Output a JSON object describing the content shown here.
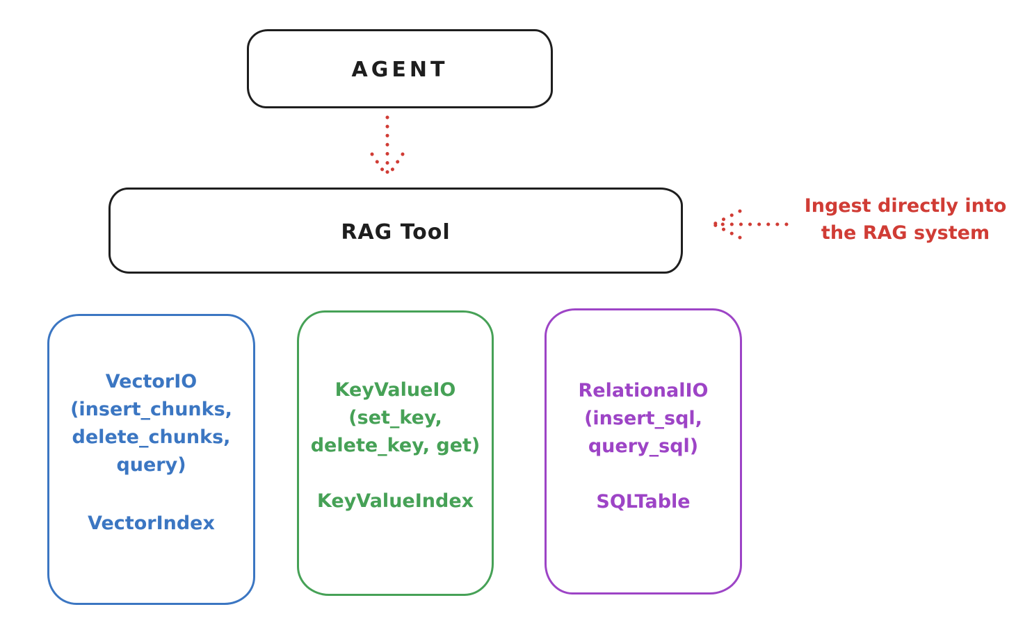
{
  "agent_box": {
    "label": "AGENT"
  },
  "rag_tool_box": {
    "label": "RAG Tool"
  },
  "annotation": {
    "line1": "Ingest directly into",
    "line2": "the RAG system"
  },
  "backends": [
    {
      "lines": [
        "VectorIO",
        "(insert_chunks,",
        "delete_chunks,",
        "query)"
      ],
      "index_label": "VectorIndex",
      "color": "#3b76c2"
    },
    {
      "lines": [
        "KeyValueIO",
        "(set_key,",
        "delete_key, get)"
      ],
      "index_label": "KeyValueIndex",
      "color": "#46a156"
    },
    {
      "lines": [
        "RelationalIO",
        "(insert_sql,",
        "query_sql)"
      ],
      "index_label": "SQLTable",
      "color": "#9d44c6"
    }
  ],
  "colors": {
    "stroke_black": "#1e1e1e",
    "arrow_red": "#d03c35",
    "background": "#ffffff"
  }
}
